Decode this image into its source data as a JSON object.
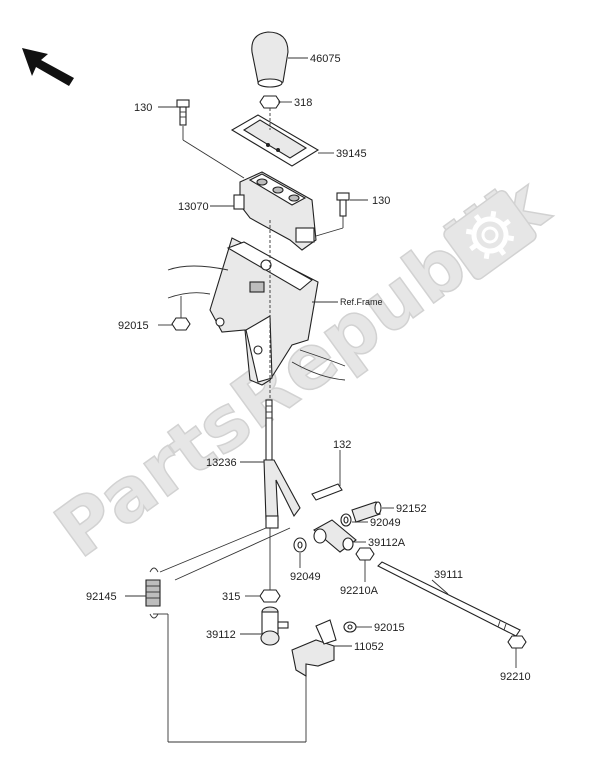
{
  "watermark": {
    "text": "PartsRepublik"
  },
  "labels": {
    "p46075": "46075",
    "p318": "318",
    "p130a": "130",
    "p39145": "39145",
    "p13070": "13070",
    "p130b": "130",
    "p92015a": "92015",
    "refframe": "Ref.Frame",
    "p132": "132",
    "p13236": "13236",
    "p92152": "92152",
    "p92049a": "92049",
    "p39112A": "39112A",
    "p92049b": "92049",
    "p92210A": "92210A",
    "p39111": "39111",
    "p92145": "92145",
    "p315": "315",
    "p92015b": "92015",
    "p39112": "39112",
    "p11052": "11052",
    "p92210": "92210"
  },
  "icons": {
    "direction": "arrow-up-left-icon",
    "gear": "gear-icon"
  }
}
